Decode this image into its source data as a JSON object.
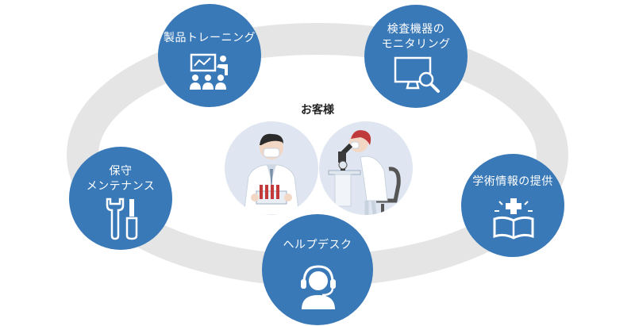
{
  "center": {
    "title": "お客様"
  },
  "nodes": {
    "training": {
      "label": "製品トレーニング",
      "icon": "presentation-icon"
    },
    "monitoring": {
      "label": "検査機器の\nモニタリング",
      "icon": "monitor-search-icon"
    },
    "maintenance": {
      "label": "保守\nメンテナンス",
      "icon": "tools-icon"
    },
    "helpdesk": {
      "label": "ヘルプデスク",
      "icon": "headset-icon"
    },
    "academic": {
      "label": "学術情報の提供",
      "icon": "book-icon"
    }
  },
  "colors": {
    "node": "#3a79b8",
    "ring": "#e5e5e5",
    "avatar_bg": "#dfe6f1"
  }
}
